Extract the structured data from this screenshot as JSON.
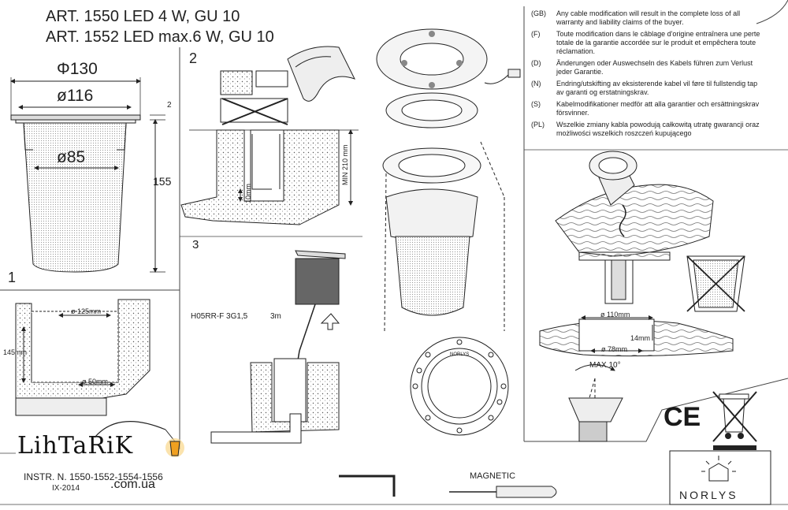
{
  "titles": {
    "line1": "ART. 1550 LED 4 W, GU 10",
    "line2": "ART. 1552 LED max.6 W, GU 10"
  },
  "dimensions": {
    "d130": "Φ130",
    "d116": "ø116",
    "d85": "ø85",
    "h2": "2",
    "h155": "155",
    "d125": "ø 125mm",
    "h145": "145mm",
    "d50": "ø 50mm",
    "min210": "MIN 210 mm",
    "h10": "10mm",
    "d110": "ø 110mm",
    "h14": "14mm",
    "d78": "ø 78mm",
    "max10": "MAX 10°"
  },
  "steps": {
    "s1": "1",
    "s2": "2",
    "s3": "3"
  },
  "cable": {
    "type": "H05RR-F  3G1,5",
    "length": "3m"
  },
  "warnings": [
    {
      "code": "(GB)",
      "text": "Any cable modification will result in the complete loss of all warranty and liability claims of the buyer."
    },
    {
      "code": "(F)",
      "text": "Toute modification dans le câblage d'origine entraînera une perte totale de la garantie accordée sur le produit et empêchera toute réclamation."
    },
    {
      "code": "(D)",
      "text": "Änderungen oder Auswechseln des Kabels führen zum Verlust jeder Garantie."
    },
    {
      "code": "(N)",
      "text": "Endring/utskifting av eksisterende kabel vil føre til fullstendig tap av garanti og erstatningskrav."
    },
    {
      "code": "(S)",
      "text": "Kabelmodifikationer medför att alla garantier och ersättningskrav försvinner."
    },
    {
      "code": "(PL)",
      "text": "Wszelkie zmiany kabla powodują całkowitą utratę gwarancji oraz możliwości wszelkich roszczeń kupującego"
    }
  ],
  "footer": {
    "instr": "INSTR. N. 1550-1552-1554-1556",
    "date": "IX-2014",
    "magnetic": "MAGNETIC",
    "ce": "CE",
    "brand": "NORLYS",
    "ring_brand": "NORLYS"
  },
  "watermark": {
    "main": "LihTaRiK",
    "sub": ".com.ua"
  },
  "colors": {
    "ink": "#222222",
    "fill_light": "#ededed",
    "bulb": "#f0a020"
  }
}
